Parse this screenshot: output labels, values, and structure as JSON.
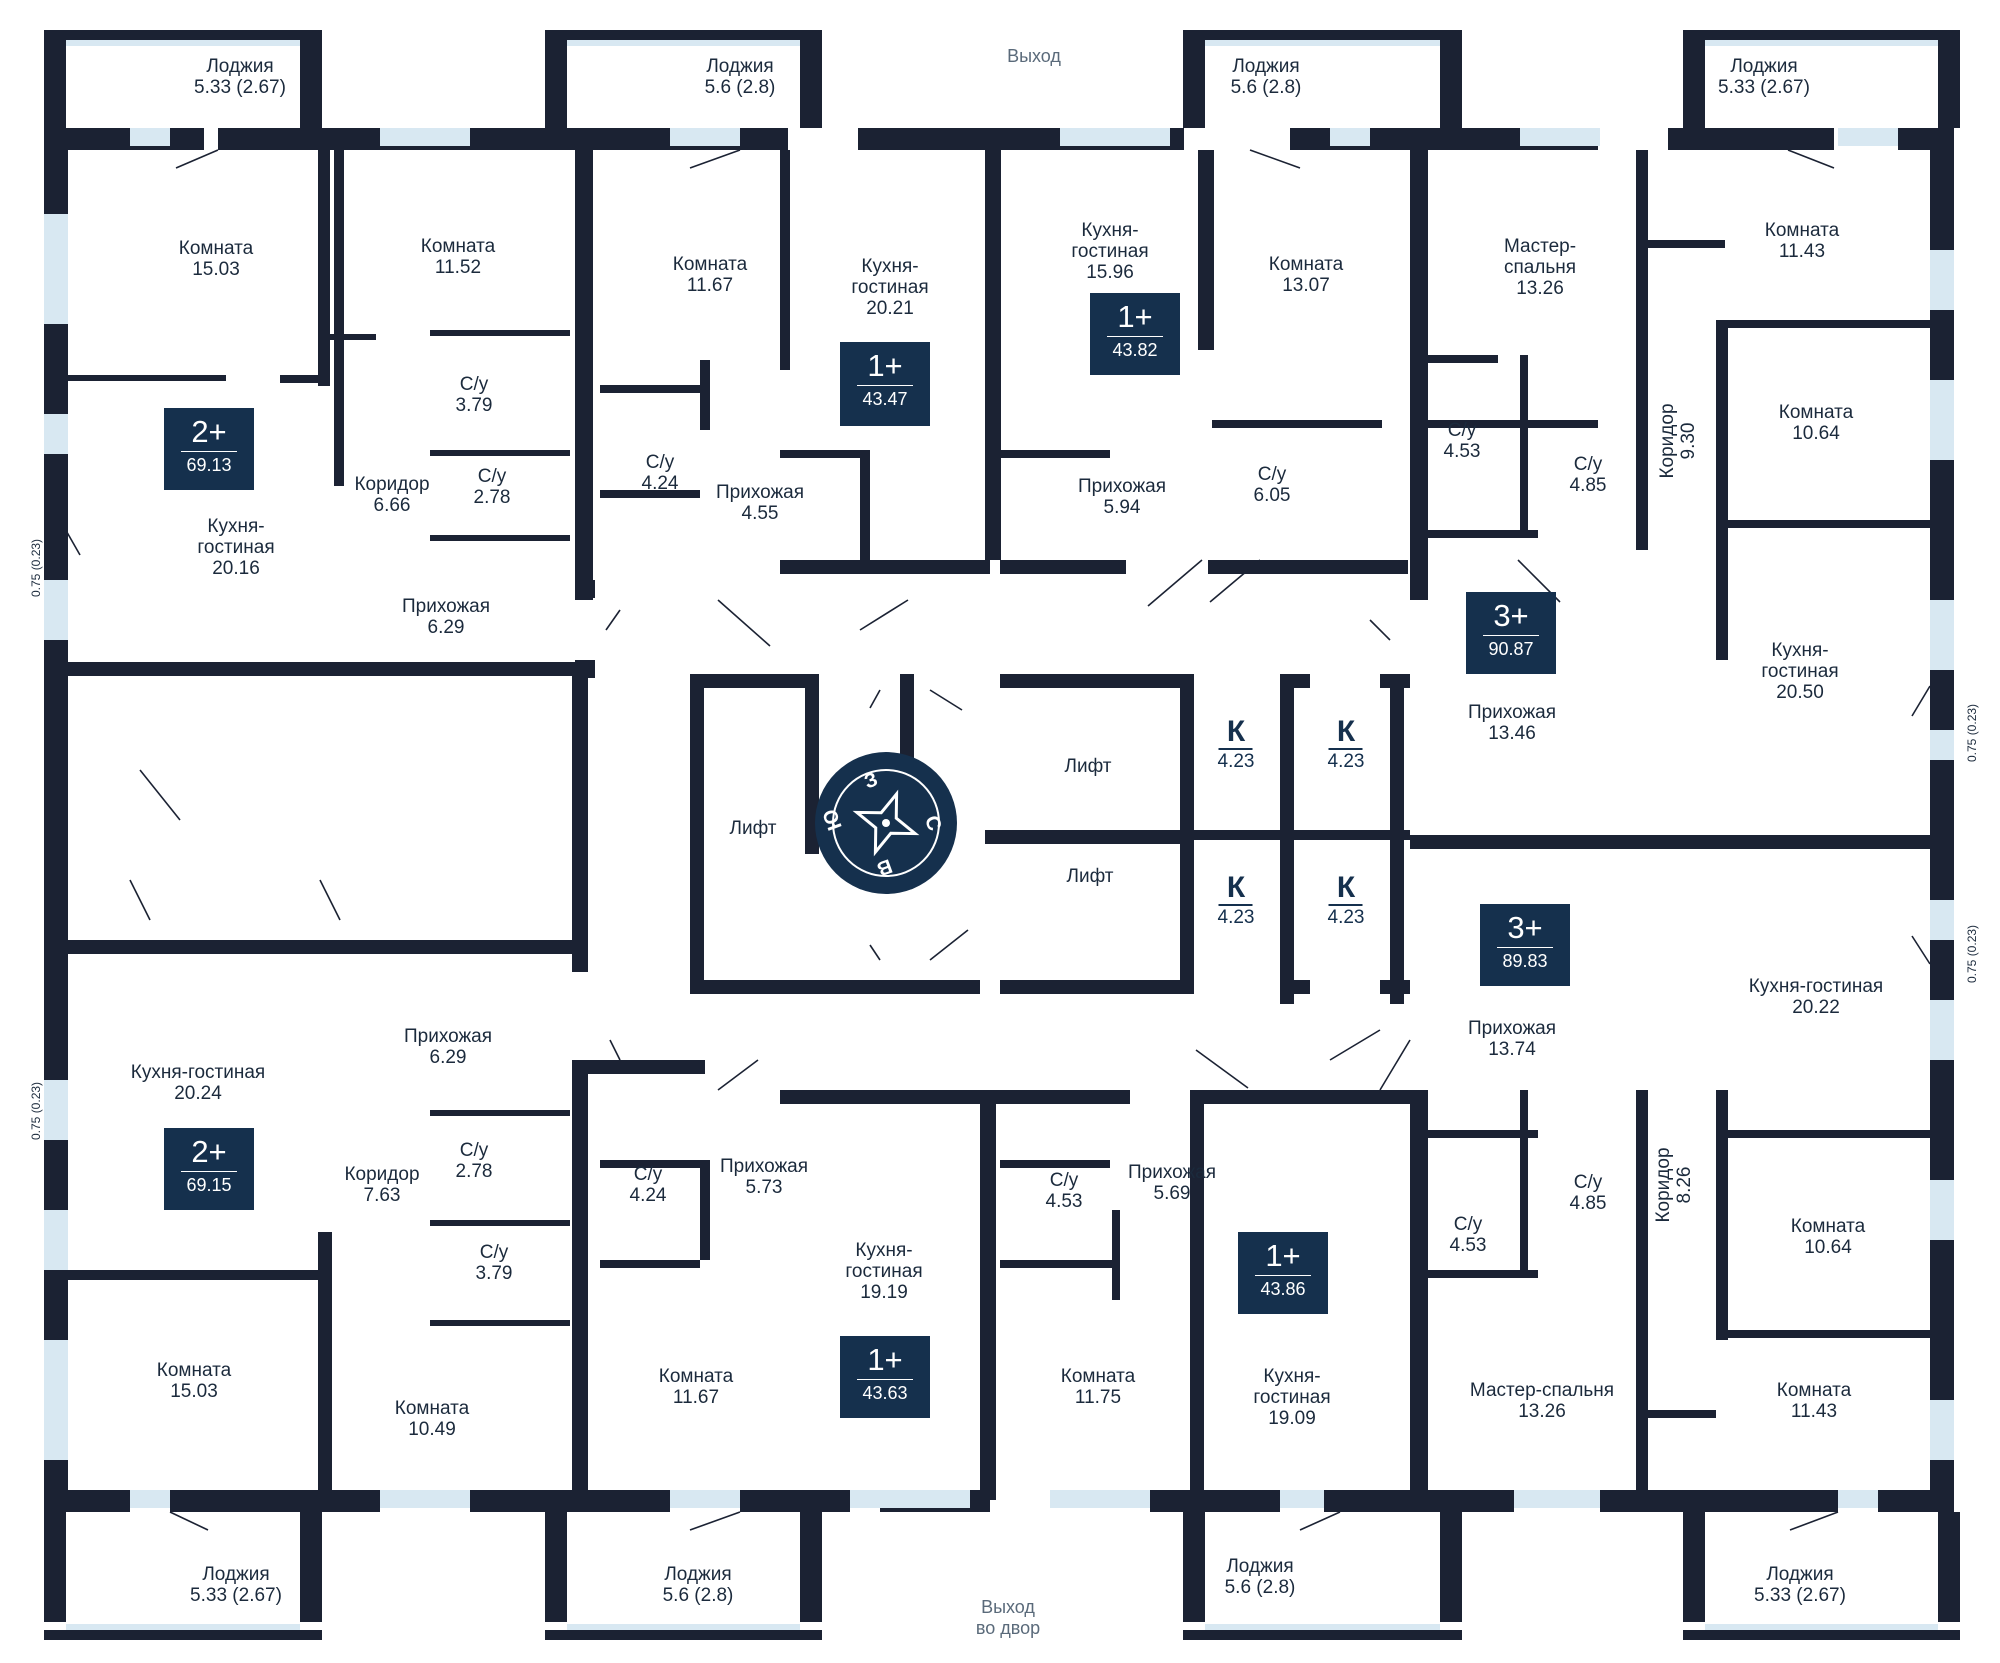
{
  "colors": {
    "wall": "#1b2233",
    "window": "#d8e8f2",
    "badge": "#15304d",
    "text": "#1b2a3c"
  },
  "exits": {
    "top": "Выход",
    "bottom": "Выход\nво двор"
  },
  "elevator_label": "Лифт",
  "compass": {
    "n": "С",
    "s": "Ю",
    "e": "В",
    "w": "З"
  },
  "balcony_label": "0.75 (0.23)",
  "apartments": [
    {
      "type": "2+",
      "area": "69.13"
    },
    {
      "type": "1+",
      "area": "43.47"
    },
    {
      "type": "1+",
      "area": "43.82"
    },
    {
      "type": "3+",
      "area": "90.87"
    },
    {
      "type": "3+",
      "area": "89.83"
    },
    {
      "type": "2+",
      "area": "69.15"
    },
    {
      "type": "1+",
      "area": "43.63"
    },
    {
      "type": "1+",
      "area": "43.86"
    }
  ],
  "storage": [
    {
      "k": "К",
      "area": "4.23"
    },
    {
      "k": "К",
      "area": "4.23"
    },
    {
      "k": "К",
      "area": "4.23"
    },
    {
      "k": "К",
      "area": "4.23"
    }
  ],
  "rooms": [
    {
      "name": "Лоджия",
      "area": "5.33 (2.67)"
    },
    {
      "name": "Лоджия",
      "area": "5.6 (2.8)"
    },
    {
      "name": "Лоджия",
      "area": "5.6 (2.8)"
    },
    {
      "name": "Лоджия",
      "area": "5.33 (2.67)"
    },
    {
      "name": "Комната",
      "area": "15.03"
    },
    {
      "name": "Комната",
      "area": "11.52"
    },
    {
      "name": "Комната",
      "area": "11.67"
    },
    {
      "name": "Кухня-\nгостиная",
      "area": "20.21"
    },
    {
      "name": "Кухня-\nгостиная",
      "area": "15.96"
    },
    {
      "name": "Комната",
      "area": "13.07"
    },
    {
      "name": "Мастер-\nспальня",
      "area": "13.26"
    },
    {
      "name": "Комната",
      "area": "11.43"
    },
    {
      "name": "С/у",
      "area": "3.79"
    },
    {
      "name": "С/у",
      "area": "2.78"
    },
    {
      "name": "Коридор",
      "area": "6.66"
    },
    {
      "name": "Кухня-\nгостиная",
      "area": "20.16"
    },
    {
      "name": "С/у",
      "area": "4.24"
    },
    {
      "name": "Прихожая",
      "area": "4.55"
    },
    {
      "name": "Прихожая",
      "area": "5.94"
    },
    {
      "name": "С/у",
      "area": "6.05"
    },
    {
      "name": "С/у",
      "area": "4.53"
    },
    {
      "name": "С/у",
      "area": "4.85"
    },
    {
      "name": "Комната",
      "area": "10.64"
    },
    {
      "name": "Прихожая",
      "area": "6.29"
    },
    {
      "name": "Кухня-\nгостиная",
      "area": "20.50"
    },
    {
      "name": "Прихожая",
      "area": "13.46"
    },
    {
      "name": "Кухня-гостиная",
      "area": "20.22"
    },
    {
      "name": "Прихожая",
      "area": "13.74"
    },
    {
      "name": "Прихожая",
      "area": "6.29"
    },
    {
      "name": "Кухня-гостиная",
      "area": "20.24"
    },
    {
      "name": "С/у",
      "area": "2.78"
    },
    {
      "name": "Коридор",
      "area": "7.63"
    },
    {
      "name": "С/у",
      "area": "4.24"
    },
    {
      "name": "Прихожая",
      "area": "5.73"
    },
    {
      "name": "С/у",
      "area": "4.53"
    },
    {
      "name": "Прихожая",
      "area": "5.69"
    },
    {
      "name": "С/у",
      "area": "4.53"
    },
    {
      "name": "С/у",
      "area": "4.85"
    },
    {
      "name": "Кухня-\nгостиная",
      "area": "19.19"
    },
    {
      "name": "С/у",
      "area": "3.79"
    },
    {
      "name": "Комната",
      "area": "10.64"
    },
    {
      "name": "Комната",
      "area": "15.03"
    },
    {
      "name": "Комната",
      "area": "10.49"
    },
    {
      "name": "Комната",
      "area": "11.67"
    },
    {
      "name": "Комната",
      "area": "11.75"
    },
    {
      "name": "Кухня-\nгостиная",
      "area": "19.09"
    },
    {
      "name": "Мастер-спальня",
      "area": "13.26"
    },
    {
      "name": "Комната",
      "area": "11.43"
    },
    {
      "name": "Лоджия",
      "area": "5.33 (2.67)"
    },
    {
      "name": "Лоджия",
      "area": "5.6 (2.8)"
    },
    {
      "name": "Лоджия",
      "area": "5.6 (2.8)"
    },
    {
      "name": "Лоджия",
      "area": "5.33 (2.67)"
    }
  ],
  "corridor_vertical_labels": [
    {
      "name": "Коридор",
      "area": "9.30"
    },
    {
      "name": "Коридор",
      "area": "8.26"
    }
  ]
}
